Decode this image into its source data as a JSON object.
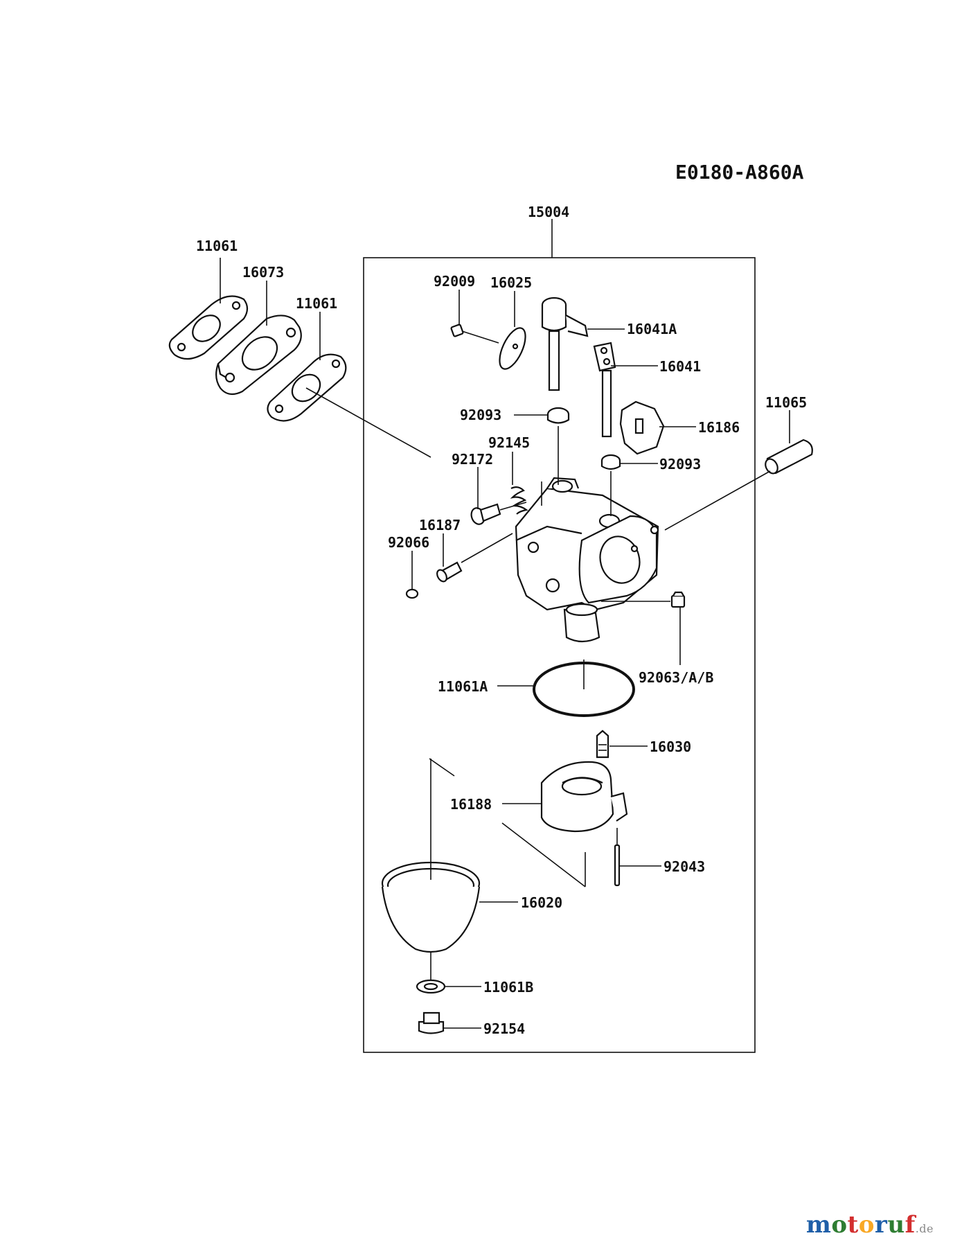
{
  "diagram": {
    "code": "E0180-A860A",
    "assembly_number": "15004",
    "parts": [
      "11061",
      "16073",
      "11061",
      "92009",
      "16025",
      "16041A",
      "16041",
      "92093",
      "16186",
      "11065",
      "92145",
      "92172",
      "92093",
      "16187",
      "92066",
      "92063/A/B",
      "11061A",
      "16030",
      "16188",
      "92043",
      "16020",
      "11061B",
      "92154"
    ]
  },
  "watermark": {
    "brand": "motoruf",
    "tld": ".de",
    "letter_colors": [
      "#1f5fa8",
      "#2e7d32",
      "#d32f2f",
      "#f9a825",
      "#1f5fa8",
      "#2e7d32",
      "#d32f2f"
    ]
  }
}
